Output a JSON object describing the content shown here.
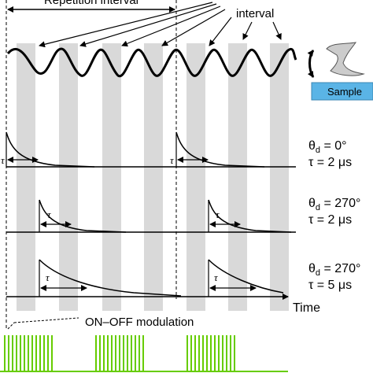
{
  "labels": {
    "repetition_interval": "Repetition interval",
    "interval": "interval",
    "sample": "Sample",
    "time": "Time",
    "modulation": "ON–OFF modulation",
    "tau_symbol": "τ"
  },
  "panels": [
    {
      "theta_label": "θd = 0°",
      "theta_sym": "θ",
      "theta_sub": "d",
      "theta_val": " = 0°",
      "tau_line": "τ = 2 μs"
    },
    {
      "theta_label": "θd = 270°",
      "theta_sym": "θ",
      "theta_sub": "d",
      "theta_val": " = 270°",
      "tau_line": "τ = 2 μs"
    },
    {
      "theta_label": "θd = 270°",
      "theta_sym": "θ",
      "theta_sub": "d",
      "theta_val": " = 270°",
      "tau_line": "τ = 5 μs"
    }
  ],
  "colors": {
    "gate_band": "#d9d9d9",
    "pulse_train": "#66cc00",
    "sample_box": "#5ab4e6",
    "line": "#000000"
  }
}
